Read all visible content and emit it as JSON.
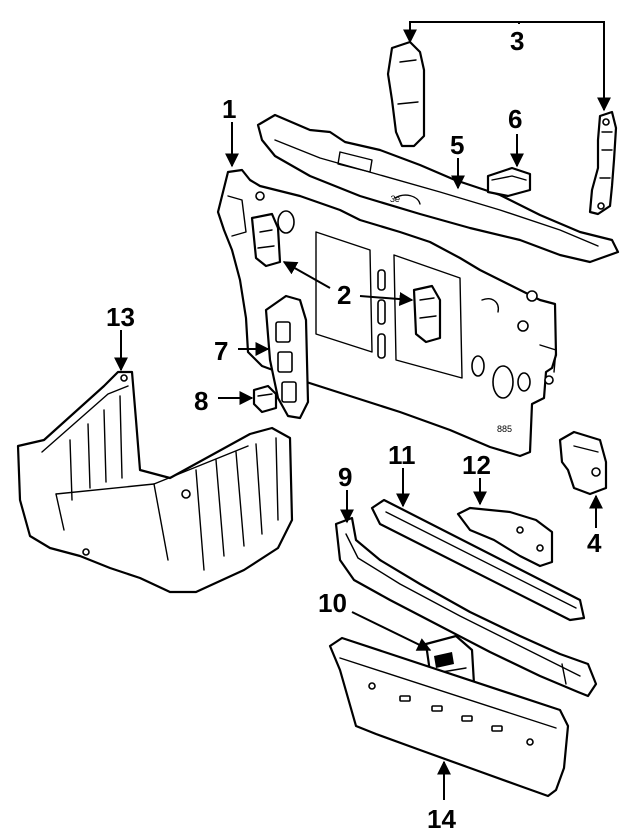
{
  "callouts": {
    "c1": "1",
    "c2": "2",
    "c3": "3",
    "c4": "4",
    "c5": "5",
    "c6": "6",
    "c7": "7",
    "c8": "8",
    "c9": "9",
    "c10": "10",
    "c11": "11",
    "c12": "12",
    "c13": "13",
    "c14": "14"
  },
  "part_markings": {
    "center_support_stamp": "3e",
    "panel_code": "885"
  }
}
